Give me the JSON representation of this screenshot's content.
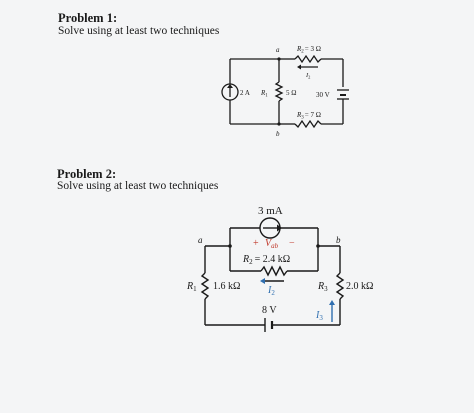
{
  "problem1": {
    "title": "Problem 1:",
    "subtitle": "Solve using at least two techniques",
    "circuit": {
      "node_a": "a",
      "node_b": "b",
      "source_current": "2 A",
      "r1_label": "R",
      "r1_sub": "1",
      "r1_value": "5 Ω",
      "r2_label": "R",
      "r2_sub": "2",
      "r2_value": "= 3 Ω",
      "i2_label": "I",
      "i2_sub": "2",
      "r3_label": "R",
      "r3_sub": "3",
      "r3_value": "= 7 Ω",
      "source_voltage": "30 V"
    }
  },
  "problem2": {
    "title": "Problem 2:",
    "subtitle": "Solve using at least two techniques",
    "circuit": {
      "source_current": "3 mA",
      "plus_sign": "+",
      "minus_sign": "−",
      "vab_label": "V",
      "vab_sub": "ab",
      "node_a": "a",
      "node_b": "b",
      "r2_label": "R",
      "r2_sub": "2",
      "r2_value": "= 2.4 kΩ",
      "i2_label": "I",
      "i2_sub": "2",
      "r1_label": "R",
      "r1_sub": "1",
      "r1_value": "1.6 kΩ",
      "r3_label": "R",
      "r3_sub": "3",
      "r3_value": "2.0 kΩ",
      "i3_label": "I",
      "i3_sub": "3",
      "source_voltage": "8 V"
    }
  },
  "colors": {
    "background": "#f4f5f6",
    "ink": "#1a1a1a",
    "accent_red": "#c0392b",
    "accent_blue": "#2f6fb0"
  }
}
